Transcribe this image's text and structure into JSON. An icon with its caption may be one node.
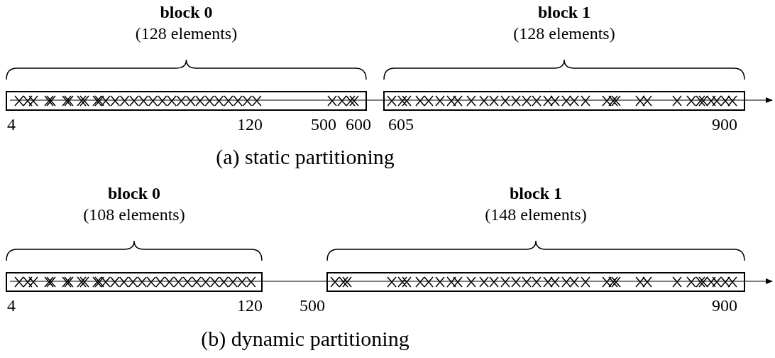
{
  "diagram": {
    "nodes": [
      {
        "text": [
          "block 0",
          "(128 elements)"
        ]
      },
      {
        "text": [
          "block 1",
          "(128 elements)"
        ]
      },
      {
        "text": [
          "block 0",
          "(108 elements)"
        ]
      },
      {
        "text": [
          "block 1",
          "(148 elements)"
        ]
      }
    ],
    "edges": [],
    "labels": [
      "4",
      "120",
      "500",
      "600",
      "605",
      "900",
      "(a) static partitioning",
      "4",
      "120",
      "500",
      "900",
      "(b) dynamic partitioning"
    ]
  }
}
